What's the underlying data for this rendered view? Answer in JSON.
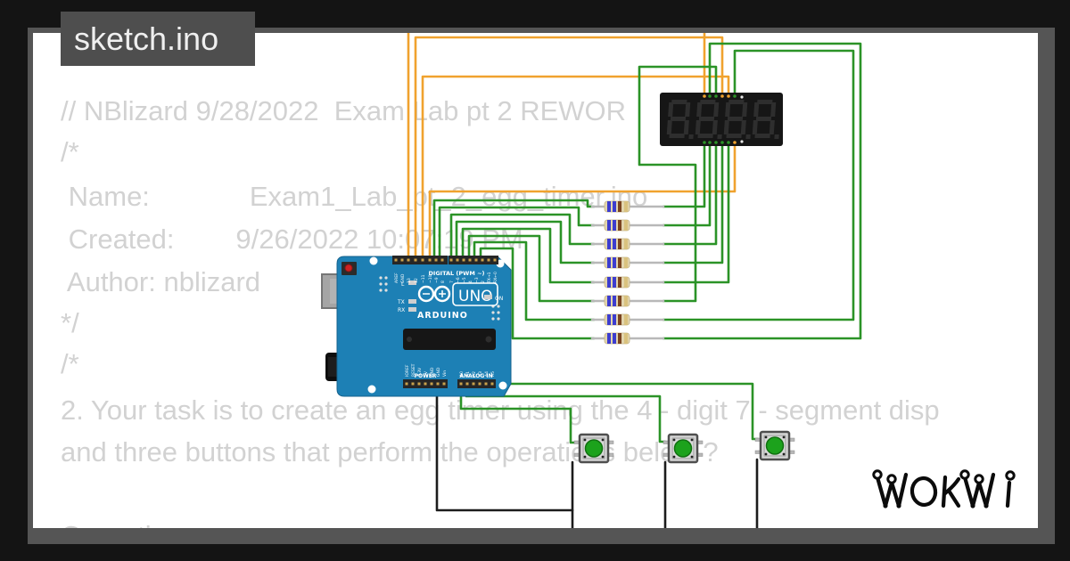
{
  "tab": {
    "label": "sketch.ino"
  },
  "code": {
    "lines": [
      "// NBlizard 9/28/2022  Exam Lab pt 2 REWOR",
      "/*",
      " Name:             Exam1_Lab_pt_2_egg_timer.ino",
      " Created:        9/26/2022 10:07:19 PM",
      " Author: nblizard",
      "*/",
      "/*",
      "2. Your task is to create an egg timer using the 4 - digit 7 - segment disp",
      "and three buttons that perform the operations below ?",
      "Operation"
    ]
  },
  "board": {
    "name": "Arduino UNO",
    "logo_text": "UNO",
    "brand": "ARDUINO",
    "digital_label": "DIGITAL (PWM ~)",
    "power_label": "POWER",
    "analog_label": "ANALOG IN",
    "led_l": "L",
    "led_tx": "TX",
    "led_rx": "RX",
    "led_on": "ON",
    "digital_pins": [
      "AREF",
      "GND",
      "13",
      "12",
      "~11",
      "~10",
      "~9",
      "8",
      "7",
      "~6",
      "~5",
      "4",
      "~3",
      "2",
      "TX→1",
      "RX←0"
    ],
    "power_pins": [
      "IOREF",
      "RESET",
      "3.3V",
      "5V",
      "GND",
      "GND",
      "Vin"
    ],
    "analog_pins": [
      "A0",
      "A1",
      "A2",
      "A3",
      "A4",
      "A5"
    ]
  },
  "display": {
    "name": "4-digit 7-segment display",
    "digits": "8.8.8.8.",
    "state": "off"
  },
  "resistors": {
    "count": 8,
    "bands": [
      "blue",
      "blue",
      "brown",
      "gold"
    ]
  },
  "buttons": {
    "count": 3,
    "cap_color": "green"
  },
  "logo": {
    "text": "WOKWI"
  },
  "colors": {
    "frame_black": "#141414",
    "frame_gray": "#555555",
    "tab_bg": "#4e4e4e",
    "tab_text": "#efefef",
    "code_text": "#d2d2d2",
    "page_bg": "#ffffff",
    "wire_orange": "#f0a22e",
    "wire_green": "#2b9327",
    "wire_black": "#1c1c1c",
    "board_blue": "#1d80b5",
    "display_bg": "#161616",
    "segment_off": "#2e2e2e",
    "resistor_body": "#e3d6ae",
    "band_blue": "#3d3dcf",
    "band_brown": "#7a4420",
    "band_gold": "#d9c27e",
    "button_green": "#1ca21c",
    "lead_gray": "#b8b8b8",
    "pin_gold": "#c9a14c"
  }
}
